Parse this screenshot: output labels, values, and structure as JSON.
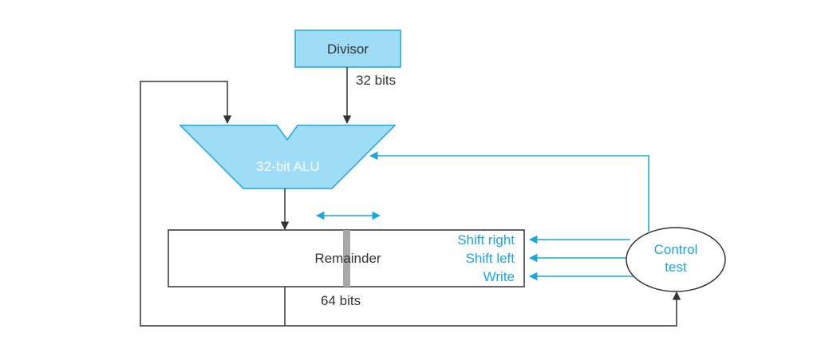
{
  "diagram": {
    "divisor_label": "Divisor",
    "divisor_width_label": "32 bits",
    "alu_label": "32-bit ALU",
    "remainder_label": "Remainder",
    "remainder_width_label": "64 bits",
    "signals": {
      "shift_right": "Shift right",
      "shift_left": "Shift left",
      "write": "Write"
    },
    "control_line1": "Control",
    "control_line2": "test",
    "colors": {
      "accent": "#1ba6e0",
      "fill": "#9fdcf5",
      "dark": "#333333"
    }
  }
}
